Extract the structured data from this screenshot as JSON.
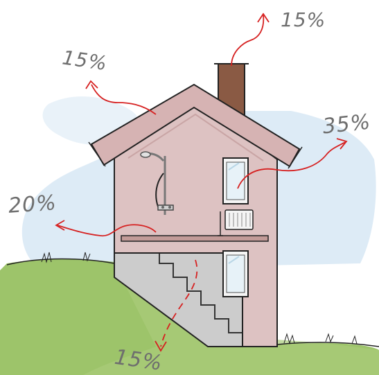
{
  "heat_loss": {
    "chimney": {
      "label": "15%"
    },
    "roof": {
      "label": "15%"
    },
    "windows": {
      "label": "35%"
    },
    "walls": {
      "label": "20%"
    },
    "floor": {
      "label": "15%"
    }
  },
  "colors": {
    "arrow": "#d62020",
    "house_wall": "#ddc2c2",
    "roof": "#d6b3b3",
    "chimney": "#8a5a44",
    "basement": "#cfcfcf",
    "grass": "#8fbf5a",
    "sky_wash": "#d7e8f4",
    "label_text": "#6e6e6e"
  }
}
